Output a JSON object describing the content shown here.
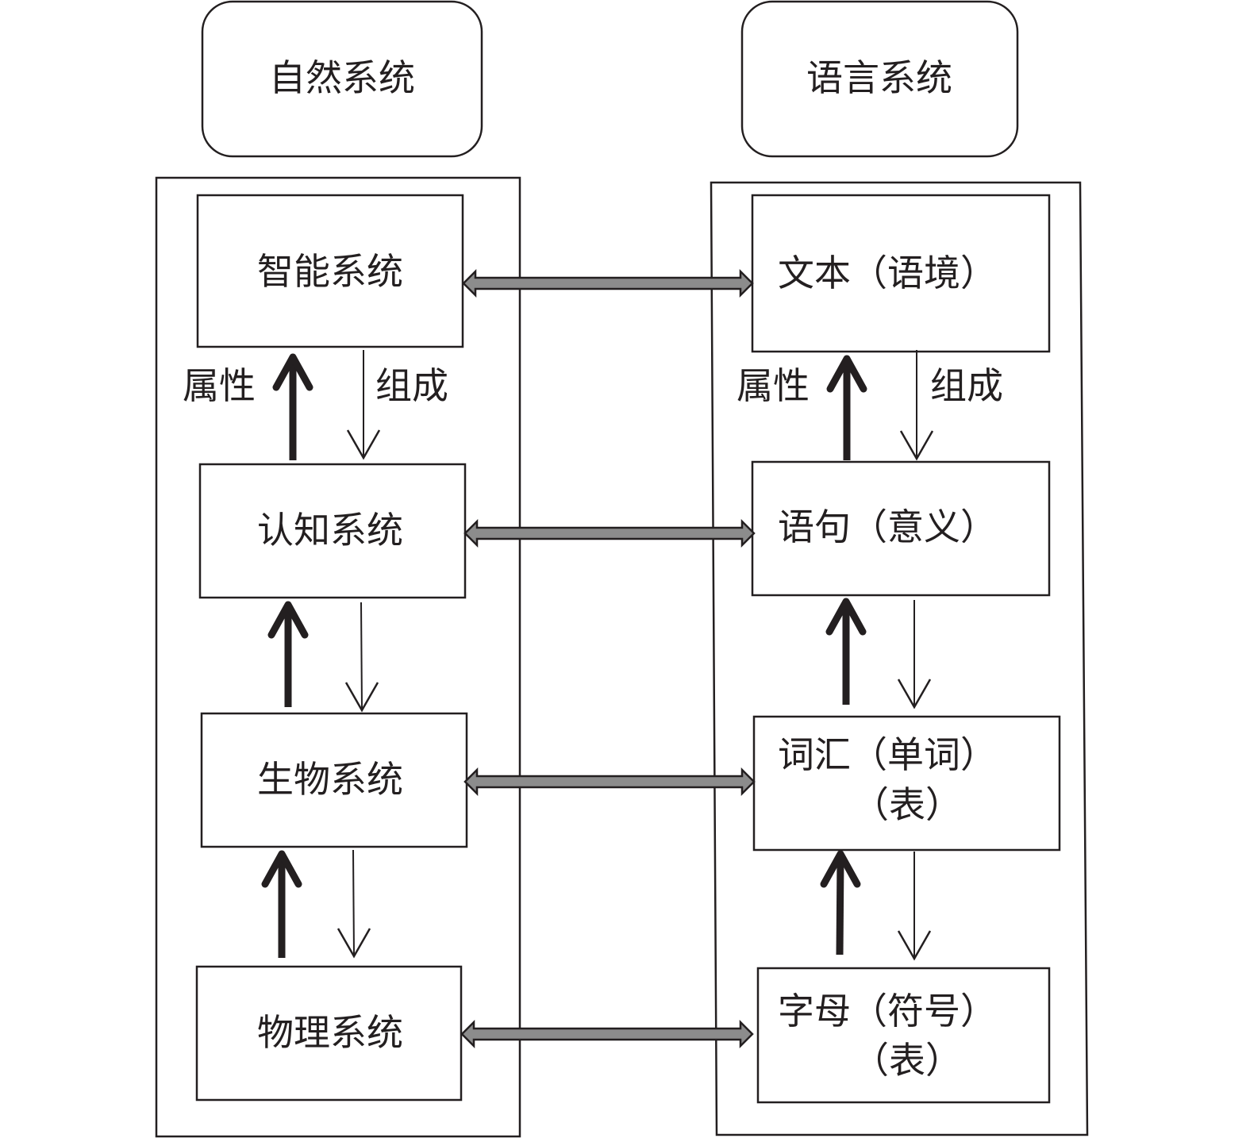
{
  "colors": {
    "line": "#231f20",
    "connector_fill": "#8c8c8c",
    "background": "#ffffff"
  },
  "headers": {
    "left": "自然系统",
    "right": "语言系统"
  },
  "left_boxes": [
    {
      "lines": [
        "智能系统"
      ]
    },
    {
      "lines": [
        "认知系统"
      ]
    },
    {
      "lines": [
        "生物系统"
      ]
    },
    {
      "lines": [
        "物理系统"
      ]
    }
  ],
  "right_boxes": [
    {
      "lines": [
        "文本（语境）"
      ]
    },
    {
      "lines": [
        "语句（意义）"
      ]
    },
    {
      "lines": [
        "词汇（单词）",
        "（表）"
      ]
    },
    {
      "lines": [
        "字母（符号）",
        "（表）"
      ]
    }
  ],
  "labels": {
    "left_property": "属性",
    "left_compose": "组成",
    "right_property": "属性",
    "right_compose": "组成"
  }
}
